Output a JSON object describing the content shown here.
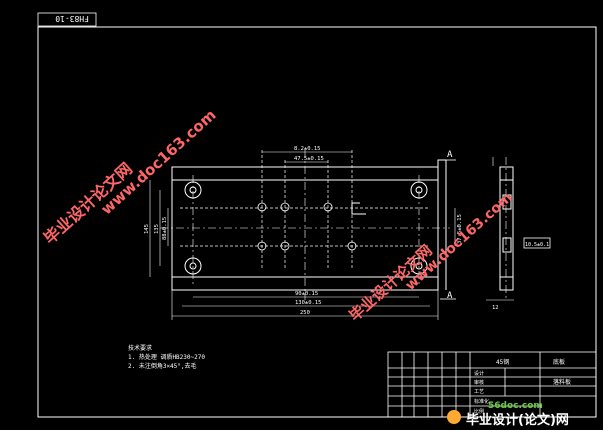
{
  "drawing": {
    "code_stamp": "FH83-10",
    "section_mark": "A",
    "dims": {
      "top_inner": "8.2±0.15",
      "top_inner2": "47.5±0.15",
      "left_v1": "145",
      "left_v2": "135",
      "left_v3": "88±0.15",
      "right_v": "37.5±0.15",
      "bottom_1": "90±0.15",
      "bottom_2": "130±0.15",
      "bottom_total": "250",
      "side_w": "12",
      "side_label": "10.5±0.1"
    },
    "notes": {
      "title": "技术要求",
      "line1": "1. 热处理 调质HB230~270",
      "line2": "2. 未注倒角3×45°,去毛"
    },
    "title_block": {
      "material": "45钢",
      "part_name": "底板",
      "drawing_no": "落料板",
      "row_a": "设计",
      "row_b": "审核",
      "row_c": "工艺",
      "row_d": "标准化",
      "row_e": "比例"
    }
  },
  "watermarks": {
    "site": "www.doc163.com",
    "cn": "毕业设计论文网",
    "footer_site": "56doc.com",
    "footer_cn": "毕业设计(论文)网"
  }
}
